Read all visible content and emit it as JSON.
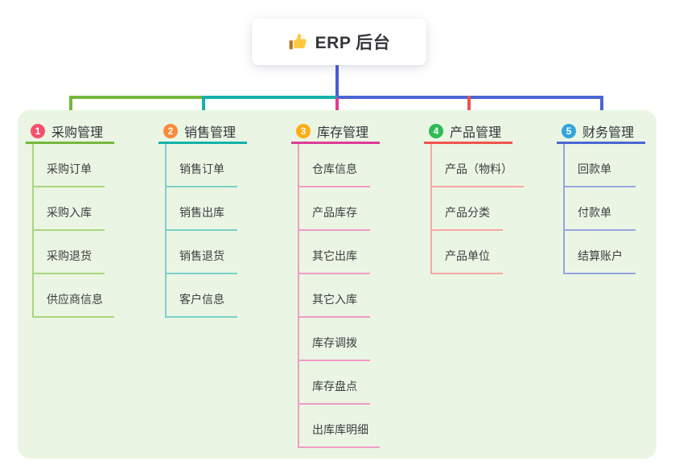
{
  "root": {
    "title": "ERP 后台",
    "icon": "thumbs-up-icon"
  },
  "canvas": {
    "background": "#FFFFFF",
    "panel_color": "#EAF6E3",
    "stem_color": "#4A5CD6"
  },
  "branches": [
    {
      "number": "1",
      "title": "采购管理",
      "color": "#76B73C",
      "light": "#A9D67F",
      "badge": "#F4506C",
      "items": [
        "采购订单",
        "采购入库",
        "采购退货",
        "供应商信息"
      ]
    },
    {
      "number": "2",
      "title": "销售管理",
      "color": "#13B2AB",
      "light": "#7AD1C9",
      "badge": "#FC8A3D",
      "items": [
        "销售订单",
        "销售出库",
        "销售退货",
        "客户信息"
      ]
    },
    {
      "number": "3",
      "title": "库存管理",
      "color": "#DC3D95",
      "light": "#F09BC6",
      "badge": "#FFAD15",
      "items": [
        "仓库信息",
        "产品库存",
        "其它出库",
        "其它入库",
        "库存调拨",
        "库存盘点",
        "出库库明细"
      ]
    },
    {
      "number": "4",
      "title": "产品管理",
      "color": "#F1534E",
      "light": "#F8A7A3",
      "badge": "#2DBC55",
      "items": [
        "产品（物料）",
        "产品分类",
        "产品单位"
      ]
    },
    {
      "number": "5",
      "title": "财务管理",
      "color": "#4A66D5",
      "light": "#93A6DF",
      "badge": "#32A6DC",
      "items": [
        "回款单",
        "付款单",
        "结算账户"
      ]
    }
  ]
}
